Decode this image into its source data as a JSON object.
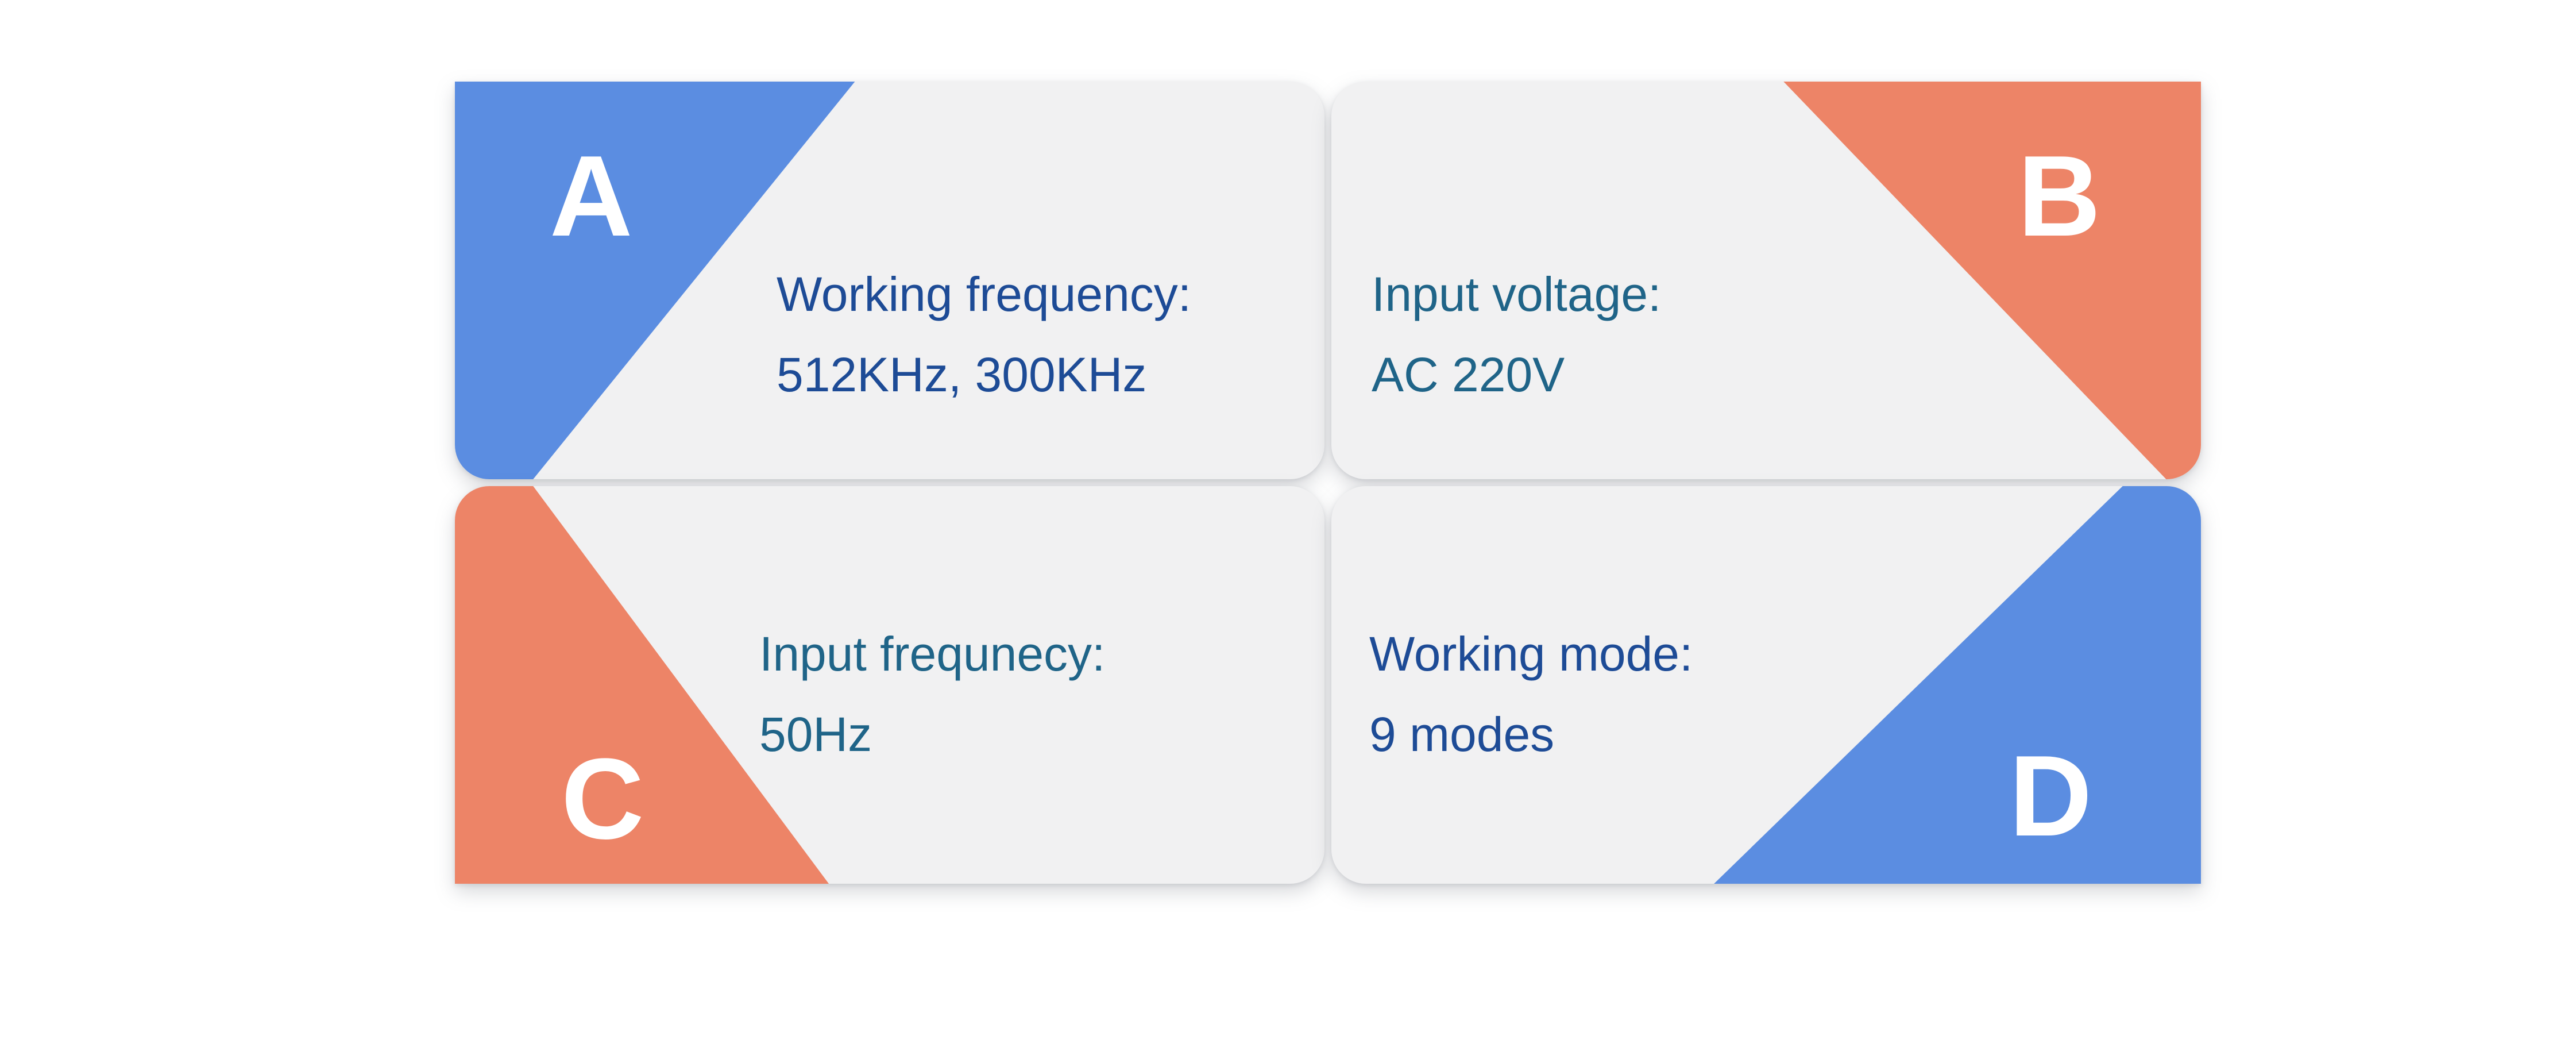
{
  "colors": {
    "blue": "#5b8de1",
    "salmon": "#ed8467",
    "card_bg": "#f1f1f2",
    "navy_text": "#1d4b96",
    "teal_text": "#1f6488",
    "letter_color": "#ffffff"
  },
  "cards": [
    {
      "label": "A",
      "line1": "Working frequency:",
      "line2": "512KHz, 300KHz"
    },
    {
      "label": "B",
      "line1": "Input voltage:",
      "line2": "AC 220V"
    },
    {
      "label": "C",
      "line1": "Input frequnecy:",
      "line2": "50Hz"
    },
    {
      "label": "D",
      "line1": "Working mode:",
      "line2": "9 modes"
    }
  ]
}
